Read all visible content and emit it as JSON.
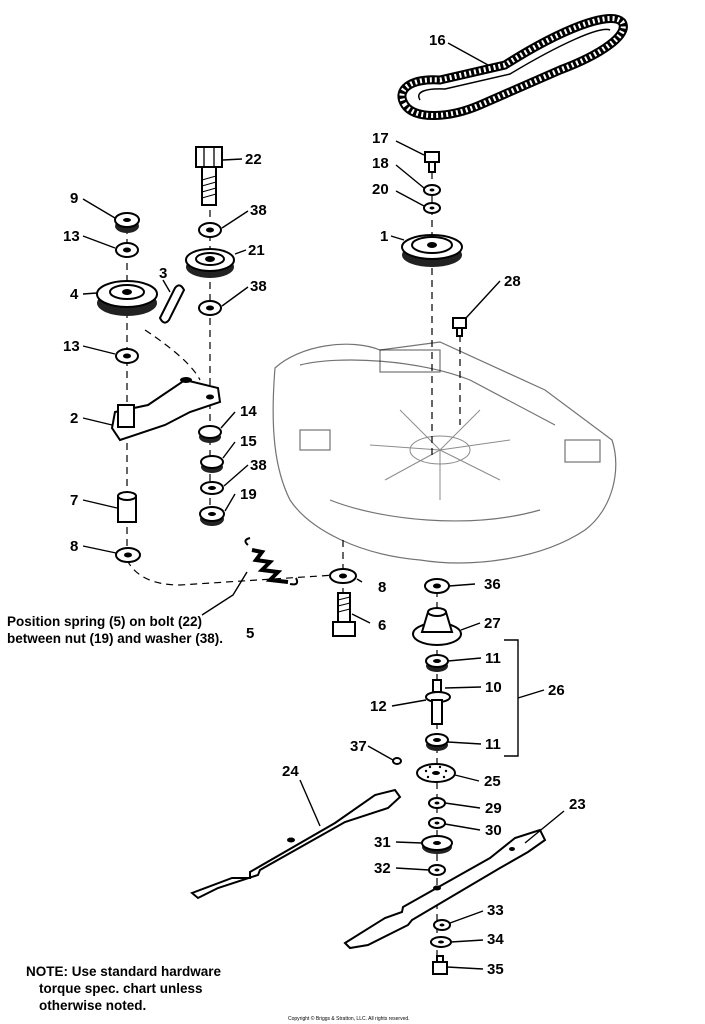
{
  "callouts": {
    "c1": "1",
    "c2": "2",
    "c3": "3",
    "c4": "4",
    "c5": "5",
    "c6": "6",
    "c7": "7",
    "c8a": "8",
    "c8b": "8",
    "c9": "9",
    "c10": "10",
    "c11a": "11",
    "c11b": "11",
    "c12": "12",
    "c13a": "13",
    "c13b": "13",
    "c14": "14",
    "c15": "15",
    "c16": "16",
    "c17": "17",
    "c18": "18",
    "c19": "19",
    "c20": "20",
    "c21": "21",
    "c22": "22",
    "c23": "23",
    "c24": "24",
    "c25": "25",
    "c26": "26",
    "c27": "27",
    "c28": "28",
    "c29": "29",
    "c30": "30",
    "c31": "31",
    "c32": "32",
    "c33": "33",
    "c34": "34",
    "c35": "35",
    "c36": "36",
    "c37": "37",
    "c38a": "38",
    "c38b": "38",
    "c38c": "38"
  },
  "notes": {
    "spring": "Position spring (5) on bolt (22) between nut (19) and washer (38).",
    "hardware_line1": "NOTE: Use standard hardware",
    "hardware_line2": "torque spec. chart unless",
    "hardware_line3": "otherwise noted."
  },
  "copyright": "Copyright © Briggs & Stratton, LLC. All rights reserved."
}
